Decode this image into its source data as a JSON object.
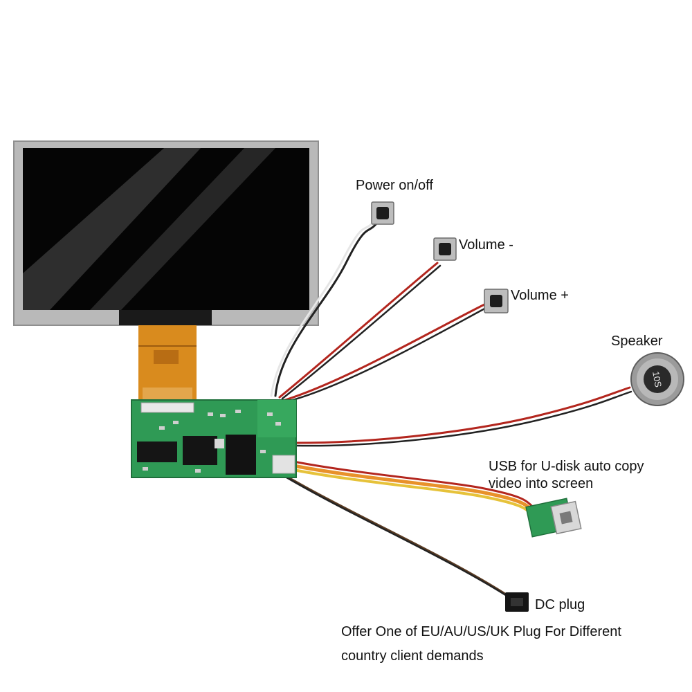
{
  "labels": {
    "power": "Power on/off",
    "volume_minus": "Volume -",
    "volume_plus": "Volume +",
    "speaker": "Speaker",
    "usb_line1": "USB for U-disk auto copy",
    "usb_line2": "video into screen",
    "dc_plug": "DC plug",
    "footer_line1": "Offer One of EU/AU/US/UK Plug For Different",
    "footer_line2": "country client demands"
  },
  "speaker_print": "10S",
  "colors": {
    "screen_frame": "#b8b8b8",
    "screen_panel": "#050505",
    "flex_cable": "#d98b1e",
    "pcb": "#2f9a55",
    "wire_red": "#b3261e",
    "wire_black": "#222222",
    "wire_white": "#e6e6e6",
    "wire_orange": "#e8912a",
    "wire_yellow": "#e6c23a"
  }
}
